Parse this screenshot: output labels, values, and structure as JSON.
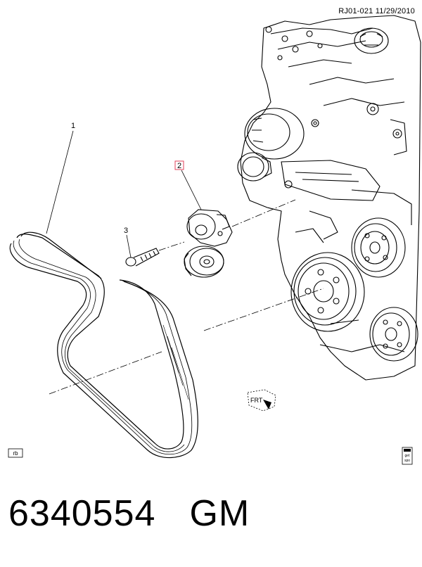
{
  "header": {
    "ref": "RJ01-021  11/29/2010"
  },
  "callouts": {
    "c1": "1",
    "c2": "2",
    "c3": "3"
  },
  "direction": {
    "label": "FRT"
  },
  "badges": {
    "left": "rb",
    "right_line1": "get",
    "right_line2": "spo"
  },
  "footer": {
    "part_number": "6340554",
    "brand": "GM"
  },
  "colors": {
    "ink": "#000000",
    "callout_highlight": "#e0405a",
    "paper": "#ffffff"
  }
}
